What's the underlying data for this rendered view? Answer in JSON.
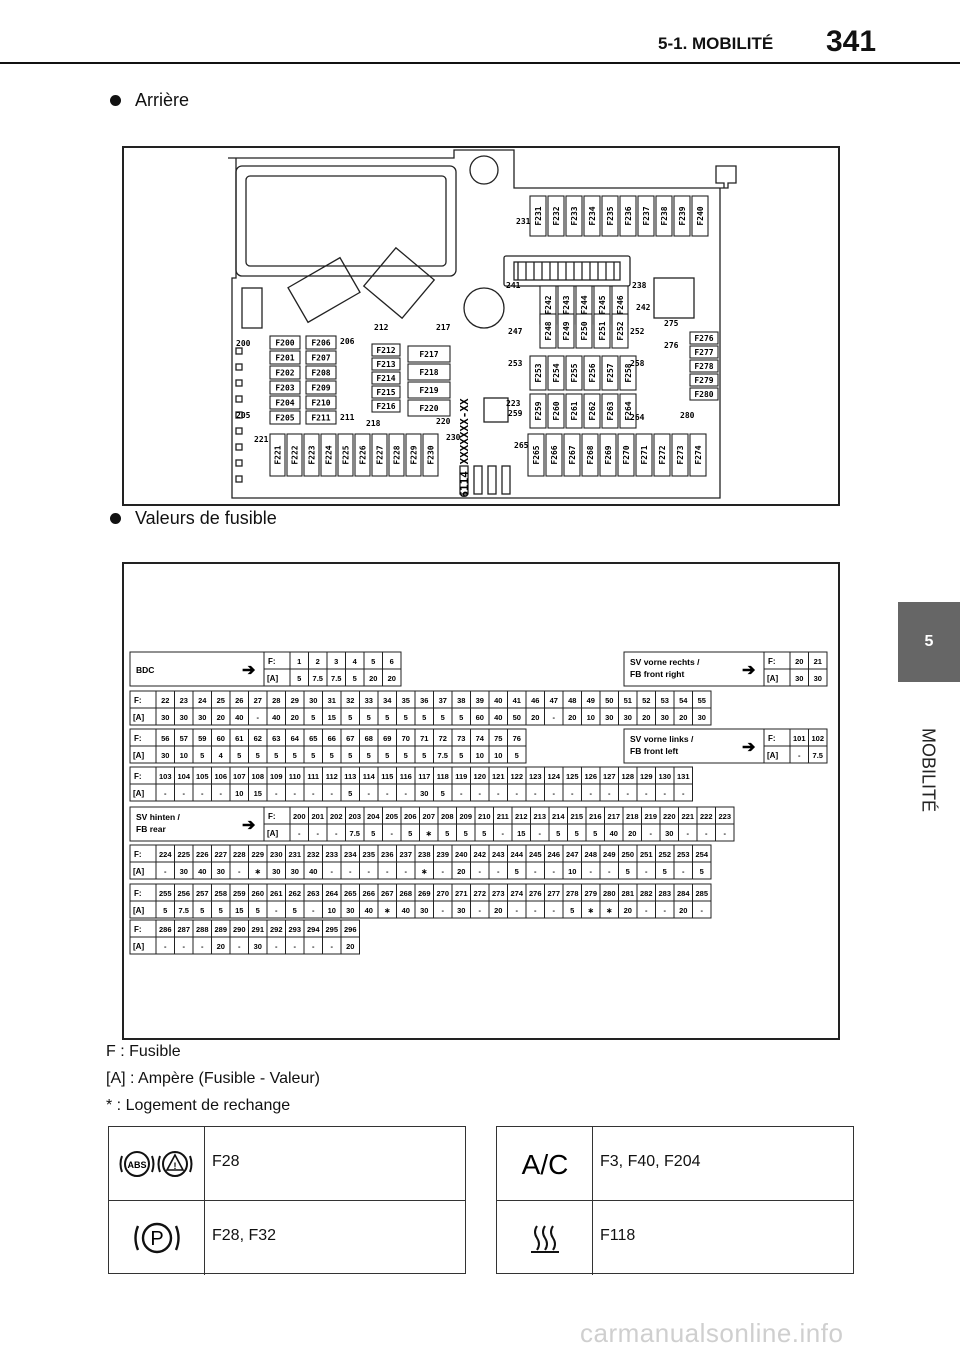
{
  "header": {
    "section": "5-1. MOBILITÉ",
    "page": "341"
  },
  "side": {
    "tab_number": "5",
    "tab_label": "MOBILITÉ"
  },
  "bullets": {
    "rear": "Arrière",
    "values": "Valeurs de fusible"
  },
  "diagram": {
    "row_top": [
      "F231",
      "F232",
      "F233",
      "F234",
      "F235",
      "F236",
      "F237",
      "F238",
      "F239",
      "F240"
    ],
    "row_mid": [
      "F242",
      "F243",
      "F244",
      "F245",
      "F246"
    ],
    "row_mid2": [
      "F248",
      "F249",
      "F250",
      "F251",
      "F252"
    ],
    "row_mid3": [
      "F253",
      "F254",
      "F255",
      "F256",
      "F257",
      "F258"
    ],
    "row_mid4": [
      "F259",
      "F260",
      "F261",
      "F262",
      "F263",
      "F264"
    ],
    "left_a": [
      "F200",
      "F201",
      "F202",
      "F203",
      "F204",
      "F205"
    ],
    "left_b": [
      "F206",
      "F207",
      "F208",
      "F209",
      "F210",
      "F211"
    ],
    "center_a": [
      "F212",
      "F213",
      "F214",
      "F215",
      "F216"
    ],
    "center_b": [
      "F217",
      "F218",
      "F219",
      "F220"
    ],
    "right_col": [
      "F276",
      "F277",
      "F278",
      "F279",
      "F280"
    ],
    "bottom_left": [
      "F221",
      "F222",
      "F223",
      "F224",
      "F225",
      "F226",
      "F227",
      "F228",
      "F229",
      "F230"
    ],
    "bottom_right": [
      "F265",
      "F266",
      "F267",
      "F268",
      "F269",
      "F270",
      "F271",
      "F272",
      "F273",
      "F274"
    ],
    "labels": [
      "200",
      "205",
      "206",
      "211",
      "212",
      "217",
      "218",
      "220",
      "221",
      "223",
      "231",
      "238",
      "241",
      "242",
      "247",
      "252",
      "253",
      "258",
      "259",
      "264",
      "265",
      "275",
      "276",
      "280",
      "230"
    ],
    "part_code": "6114 XXXXXXX-XX"
  },
  "fuse_table": {
    "f_label": "F:",
    "a_label": "[A]",
    "blocks": [
      {
        "title": [
          "BDC"
        ],
        "arrow": true,
        "f": [
          "1",
          "2",
          "3",
          "4",
          "5",
          "6"
        ],
        "a": [
          "5",
          "7.5",
          "7.5",
          "5",
          "20",
          "20"
        ]
      },
      {
        "title": [
          "SV vorne rechts /",
          "FB front right"
        ],
        "arrow": true,
        "f": [
          "20",
          "21"
        ],
        "a": [
          "30",
          "30"
        ]
      },
      {
        "title": [],
        "arrow": false,
        "f": [
          "22",
          "23",
          "24",
          "25",
          "26",
          "27",
          "28",
          "29",
          "30",
          "31",
          "32",
          "33",
          "34",
          "35",
          "36",
          "37",
          "38",
          "39",
          "40",
          "41",
          "46",
          "47",
          "48",
          "49",
          "50",
          "51",
          "52",
          "53",
          "54",
          "55"
        ],
        "a": [
          "30",
          "30",
          "30",
          "20",
          "40",
          "-",
          "40",
          "20",
          "5",
          "15",
          "5",
          "5",
          "5",
          "5",
          "5",
          "5",
          "5",
          "60",
          "40",
          "50",
          "20",
          "-",
          "20",
          "10",
          "30",
          "30",
          "20",
          "30",
          "20",
          "30"
        ]
      },
      {
        "title": [],
        "arrow": false,
        "f": [
          "56",
          "57",
          "59",
          "60",
          "61",
          "62",
          "63",
          "64",
          "65",
          "66",
          "67",
          "68",
          "69",
          "70",
          "71",
          "72",
          "73",
          "74",
          "75",
          "76"
        ],
        "a": [
          "30",
          "10",
          "5",
          "4",
          "5",
          "5",
          "5",
          "5",
          "5",
          "5",
          "5",
          "5",
          "5",
          "5",
          "5",
          "7.5",
          "5",
          "10",
          "10",
          "5"
        ]
      },
      {
        "title": [
          "SV vorne links /",
          "FB front left"
        ],
        "arrow": true,
        "f": [
          "101",
          "102"
        ],
        "a": [
          "-",
          "7.5"
        ]
      },
      {
        "title": [],
        "arrow": false,
        "f": [
          "103",
          "104",
          "105",
          "106",
          "107",
          "108",
          "109",
          "110",
          "111",
          "112",
          "113",
          "114",
          "115",
          "116",
          "117",
          "118",
          "119",
          "120",
          "121",
          "122",
          "123",
          "124",
          "125",
          "126",
          "127",
          "128",
          "129",
          "130",
          "131"
        ],
        "a": [
          "-",
          "-",
          "-",
          "-",
          "10",
          "15",
          "-",
          "-",
          "-",
          "-",
          "5",
          "-",
          "-",
          "-",
          "30",
          "5",
          "-",
          "-",
          "-",
          "-",
          "-",
          "-",
          "-",
          "-",
          "-",
          "-",
          "-",
          "-",
          "-"
        ]
      },
      {
        "title": [
          "SV hinten /",
          "FB rear"
        ],
        "arrow": true,
        "f": [
          "200",
          "201",
          "202",
          "203",
          "204",
          "205",
          "206",
          "207",
          "208",
          "209",
          "210",
          "211",
          "212",
          "213",
          "214",
          "215",
          "216",
          "217",
          "218",
          "219",
          "220",
          "221",
          "222",
          "223"
        ],
        "a": [
          "-",
          "-",
          "-",
          "7.5",
          "5",
          "-",
          "5",
          "∗",
          "5",
          "5",
          "5",
          "-",
          "15",
          "-",
          "5",
          "5",
          "5",
          "40",
          "20",
          "-",
          "30",
          "-",
          "-",
          "-"
        ]
      },
      {
        "title": [],
        "arrow": false,
        "f": [
          "224",
          "225",
          "226",
          "227",
          "228",
          "229",
          "230",
          "231",
          "232",
          "233",
          "234",
          "235",
          "236",
          "237",
          "238",
          "239",
          "240",
          "242",
          "243",
          "244",
          "245",
          "246",
          "247",
          "248",
          "249",
          "250",
          "251",
          "252",
          "253",
          "254"
        ],
        "a": [
          "-",
          "30",
          "40",
          "30",
          "-",
          "∗",
          "30",
          "30",
          "40",
          "-",
          "-",
          "-",
          "-",
          "-",
          "∗",
          "-",
          "20",
          "-",
          "-",
          "5",
          "-",
          "-",
          "10",
          "-",
          "-",
          "5",
          "-",
          "5",
          "-",
          "5"
        ]
      },
      {
        "title": [],
        "arrow": false,
        "f": [
          "255",
          "256",
          "257",
          "258",
          "259",
          "260",
          "261",
          "262",
          "263",
          "264",
          "265",
          "266",
          "267",
          "268",
          "269",
          "270",
          "271",
          "272",
          "273",
          "274",
          "276",
          "277",
          "278",
          "279",
          "280",
          "281",
          "282",
          "283",
          "284",
          "285"
        ],
        "a": [
          "5",
          "7.5",
          "5",
          "5",
          "15",
          "5",
          "-",
          "5",
          "-",
          "10",
          "30",
          "40",
          "∗",
          "40",
          "30",
          "-",
          "30",
          "-",
          "20",
          "-",
          "-",
          "-",
          "5",
          "∗",
          "∗",
          "20",
          "-",
          "-",
          "20",
          "-"
        ]
      },
      {
        "title": [],
        "arrow": false,
        "f": [
          "286",
          "287",
          "288",
          "289",
          "290",
          "291",
          "292",
          "293",
          "294",
          "295",
          "296"
        ],
        "a": [
          "-",
          "-",
          "-",
          "20",
          "-",
          "30",
          "-",
          "-",
          "-",
          "-",
          "20"
        ]
      }
    ]
  },
  "legend": {
    "f": "F : Fusible",
    "a": "[A] : Ampère (Fusible - Valeur)",
    "star": "* : Logement de rechange"
  },
  "icon_table": {
    "left": [
      {
        "icon": "abs-warning-icon",
        "text": "F28"
      },
      {
        "icon": "parking-brake-icon",
        "text": "F28, F32"
      }
    ],
    "right": [
      {
        "icon": "ac-icon",
        "text": "F3, F40, F204"
      },
      {
        "icon": "seat-heater-icon",
        "text": "F118"
      }
    ]
  },
  "watermark": "carmanualsonline.info"
}
